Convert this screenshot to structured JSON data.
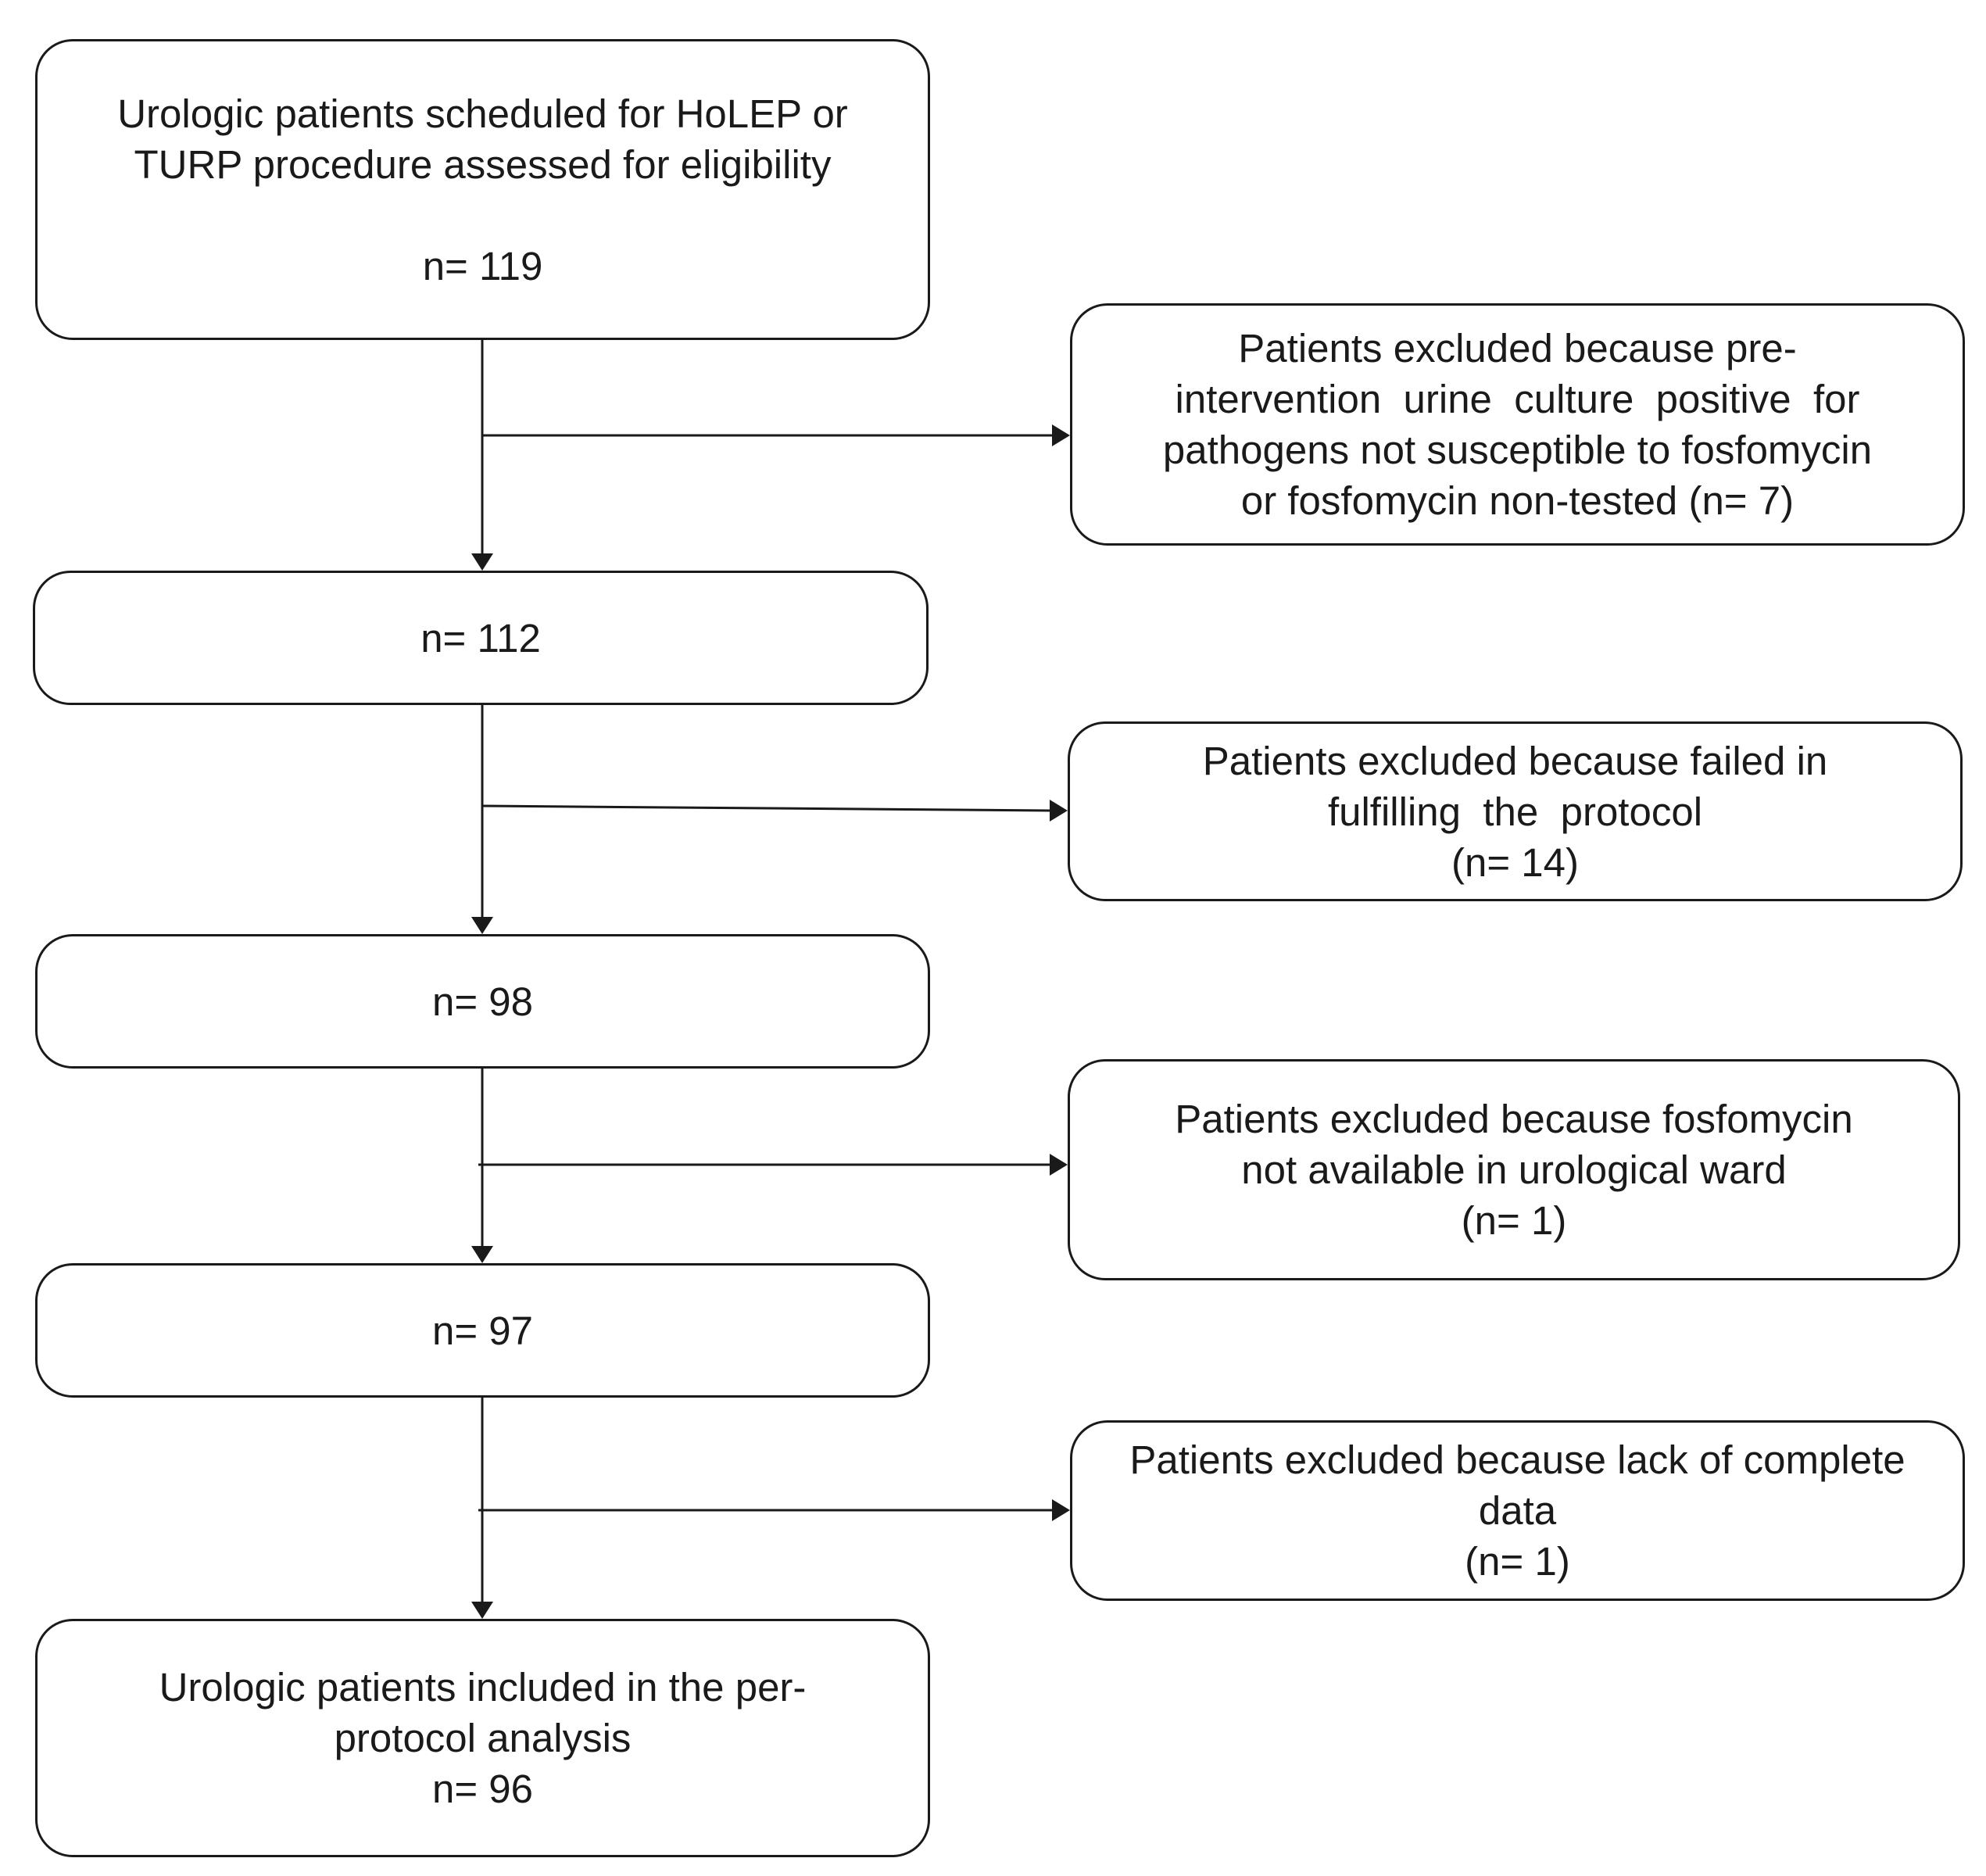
{
  "flowchart": {
    "main_boxes": [
      {
        "lines": [
          "Urologic patients scheduled for HoLEP or",
          "TURP procedure assessed for eligibility"
        ],
        "count": "n= 119"
      },
      {
        "lines": [],
        "count": "n= 112"
      },
      {
        "lines": [],
        "count": "n= 98"
      },
      {
        "lines": [],
        "count": "n= 97"
      },
      {
        "lines": [
          "Urologic patients included in the per-",
          "protocol analysis"
        ],
        "count": "n= 96"
      }
    ],
    "exclusion_boxes": [
      {
        "lines": [
          "Patients excluded because pre-",
          "intervention  urine  culture  positive  for",
          "pathogens not susceptible to fosfomycin",
          "or fosfomycin non-tested (n= 7)"
        ]
      },
      {
        "lines": [
          "Patients excluded because failed in",
          "fulfilling  the  protocol",
          "(n= 14)"
        ]
      },
      {
        "lines": [
          "Patients excluded because fosfomycin",
          "not available in urological ward",
          "(n= 1)"
        ]
      },
      {
        "lines": [
          "Patients excluded because lack of complete",
          "data",
          "(n= 1)"
        ]
      }
    ]
  }
}
